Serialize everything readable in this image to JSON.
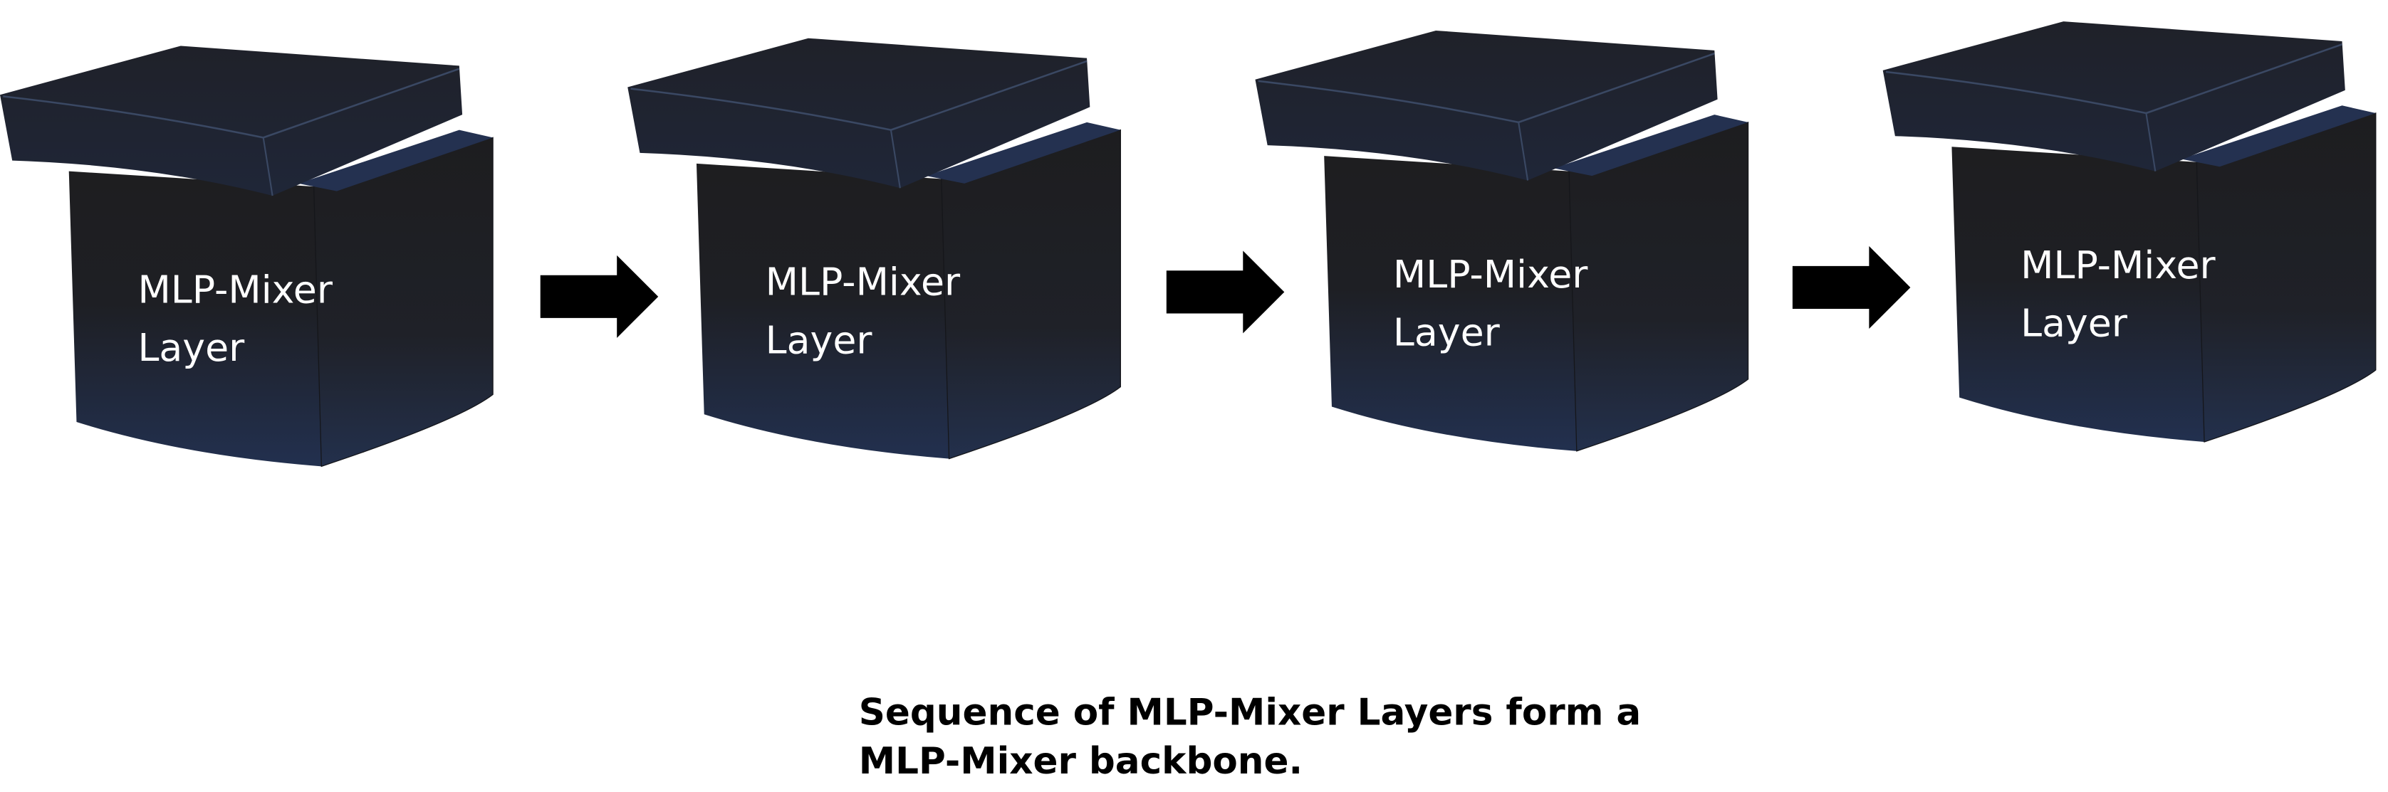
{
  "layers": [
    {
      "line1": "MLP-Mixer",
      "line2": "Layer"
    },
    {
      "line1": "MLP-Mixer",
      "line2": "Layer"
    },
    {
      "line1": "MLP-Mixer",
      "line2": "Layer"
    },
    {
      "line1": "MLP-Mixer",
      "line2": "Layer"
    }
  ],
  "caption": {
    "line1": "Sequence of MLP-Mixer Layers form a",
    "line2": "MLP-Mixer backbone."
  },
  "colors": {
    "box_top": "#1e1f22",
    "box_bottom": "#22304f",
    "lid": "#1f2430",
    "arrow": "#000000"
  }
}
